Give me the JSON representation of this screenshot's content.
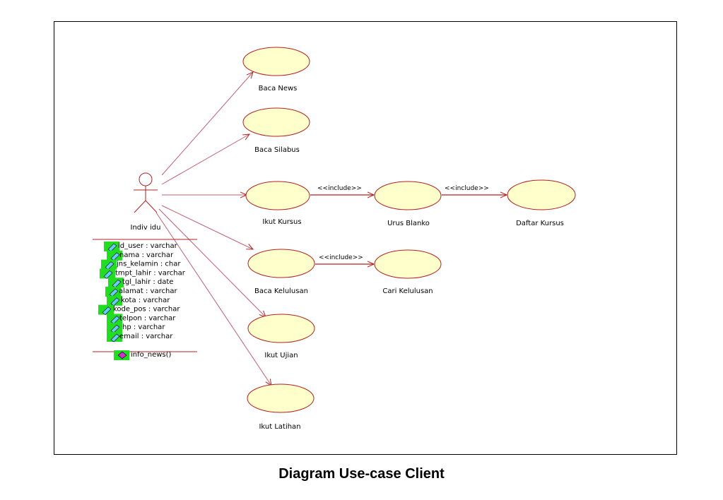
{
  "caption": "Diagram Use-case Client",
  "colors": {
    "usecase_fill": "#FFFFCC",
    "line": "#B22222",
    "icon_green": "#22DD22"
  },
  "actor": {
    "name": "Indiv idu"
  },
  "use_cases": {
    "baca_news": "Baca News",
    "baca_silabus": "Baca Silabus",
    "ikut_kursus": "Ikut Kursus",
    "urus_blanko": "Urus Blanko",
    "daftar_kursus": "Daftar Kursus",
    "baca_kelulusan": "Baca Kelulusan",
    "cari_kelulusan": "Cari Kelulusan",
    "ikut_ujian": "Ikut Ujian",
    "ikut_latihan": "Ikut Latihan"
  },
  "include_label": "<<include>>",
  "class_box": {
    "attributes": [
      "id_user : varchar",
      "nama : varchar",
      "jns_kelamin : char",
      "tmpt_lahir : varchar",
      "tgl_lahir : date",
      "alamat : varchar",
      "kota : varchar",
      "kode_pos : varchar",
      "telpon : varchar",
      "hp : varchar",
      "email : varchar"
    ],
    "operations": [
      "info_news()"
    ]
  }
}
